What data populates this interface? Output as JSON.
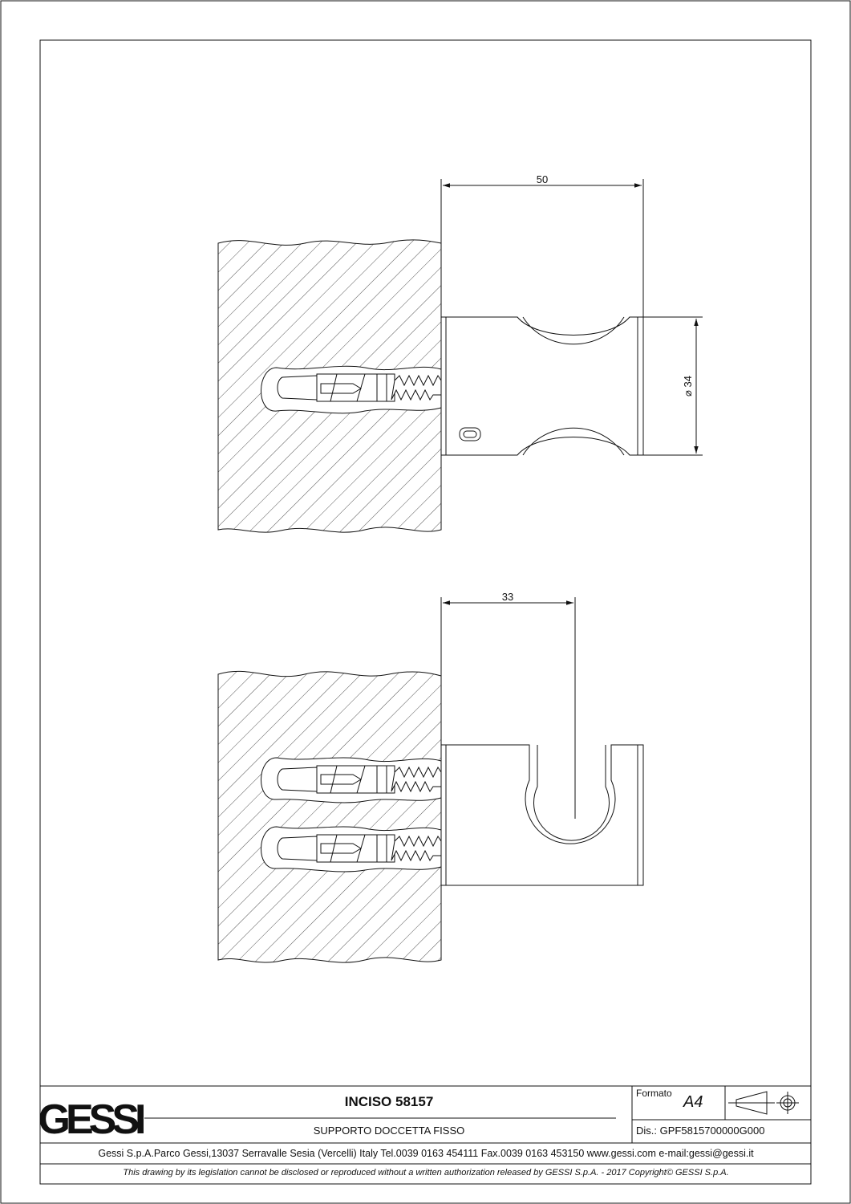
{
  "drawing": {
    "dimensions": {
      "top_width": "50",
      "top_diameter": "⌀ 34",
      "bottom_width": "33"
    }
  },
  "title_block": {
    "logo": "GESSI",
    "product_title": "INCISO 58157",
    "product_description": "SUPPORTO DOCCETTA FISSO",
    "format_label": "Formato",
    "format_value": "A4",
    "drawing_number": "Dis.: GPF5815700000G000",
    "company_info": "Gessi S.p.A.Parco Gessi,13037 Serravalle Sesia (Vercelli) Italy Tel.0039 0163 454111 Fax.0039 0163 453150 www.gessi.com e-mail:gessi@gessi.it",
    "copyright": "This drawing by its legislation cannot be disclosed or reproduced without a written authorization released by GESSI S.p.A. - 2017 Copyright© GESSI S.p.A."
  },
  "icons": {
    "projection_symbol": "first-angle-projection-icon"
  },
  "colors": {
    "line": "#111111",
    "hatch": "#555555",
    "background": "#ffffff"
  }
}
